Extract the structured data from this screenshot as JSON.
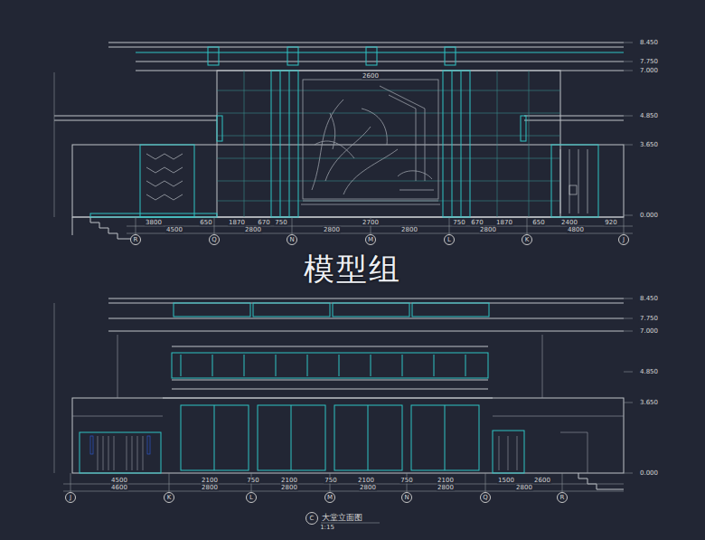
{
  "diagram": {
    "caption": "大堂立面图",
    "nodes": [
      {
        "text": [
          "R"
        ]
      },
      {
        "text": [
          "Q"
        ]
      },
      {
        "text": [
          "N"
        ]
      },
      {
        "text": [
          "M"
        ]
      },
      {
        "text": [
          "L"
        ]
      },
      {
        "text": [
          "K"
        ]
      },
      {
        "text": [
          "J"
        ]
      },
      {
        "text": [
          "J"
        ]
      },
      {
        "text": [
          "K"
        ]
      },
      {
        "text": [
          "L"
        ]
      },
      {
        "text": [
          "M"
        ]
      },
      {
        "text": [
          "N"
        ]
      },
      {
        "text": [
          "Q"
        ]
      },
      {
        "text": [
          "R"
        ]
      },
      {
        "text": [
          "C"
        ]
      }
    ],
    "labels": [
      "模型组",
      "8.450",
      "7.750",
      "7.000",
      "4.850",
      "3.650",
      "0.000",
      "8.450",
      "7.750",
      "7.000",
      "4.850",
      "3.650",
      "0.000",
      "3800",
      "650",
      "1870",
      "670",
      "750",
      "2700",
      "750",
      "670",
      "1870",
      "650",
      "2400",
      "920",
      "4500",
      "2800",
      "2800",
      "2800",
      "2800",
      "4800",
      "4500",
      "2100",
      "750",
      "2100",
      "750",
      "2100",
      "750",
      "2100",
      "1500",
      "2600",
      "4600",
      "2800",
      "2800",
      "2800",
      "2800",
      "2800",
      "2600",
      "1:15"
    ]
  }
}
